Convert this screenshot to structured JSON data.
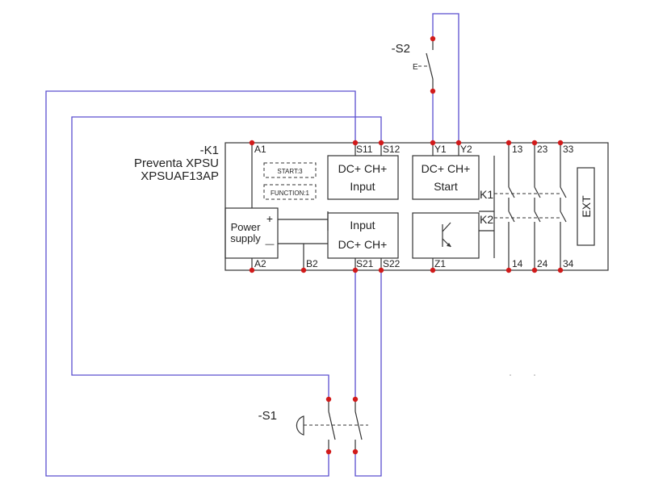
{
  "colors": {
    "wire": "#5a4fcf",
    "dot": "#d11a1a",
    "line": "#333333"
  },
  "device": {
    "tag": "-K1",
    "name": "Preventa XPSU",
    "model": "XPSUAF13AP"
  },
  "top_terminals": [
    "A1",
    "S11",
    "S12",
    "Y1",
    "Y2",
    "13",
    "23",
    "33"
  ],
  "bottom_terminals": [
    "A2",
    "B2",
    "S21",
    "S22",
    "Z1",
    "14",
    "24",
    "34"
  ],
  "settings": {
    "start": "START:3",
    "function": "FUNCTION:1"
  },
  "blocks": {
    "power_line1": "Power",
    "power_line2": "supply",
    "plus": "+",
    "minus": "—",
    "input_top_line1": "DC+  CH+",
    "input_top_line2": "Input",
    "start_line1": "DC+  CH+",
    "start_line2": "Start",
    "input_bottom_line1": "Input",
    "input_bottom_line2": "DC+  CH+",
    "k1": "K1",
    "k2": "K2",
    "ext": "EXT"
  },
  "switches": {
    "s1": "-S1",
    "s2": "-S2",
    "s2_actuator": "E"
  }
}
